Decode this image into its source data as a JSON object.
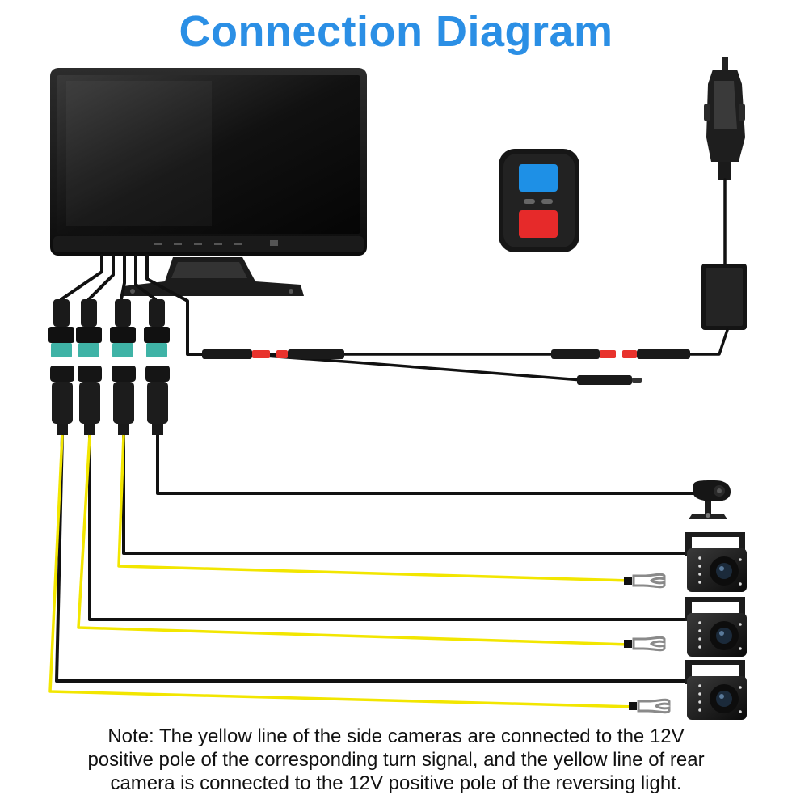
{
  "title": "Connection Diagram",
  "note": {
    "line1": "Note: The yellow line of the side cameras are connected to the 12V",
    "line2": "positive pole of the corresponding turn signal, and the yellow line of rear",
    "line3": "camera is connected to the 12V positive pole of the reversing light."
  },
  "colors": {
    "title": "#2b8fe5",
    "cable_black": "#111111",
    "trigger_yellow": "#f2e600",
    "connector_teal": "#3fb3a6",
    "connector_red": "#e8322c",
    "remote_blue": "#1e90e6",
    "remote_red": "#e62a2a"
  },
  "components": {
    "monitor": "monitor-icon",
    "remote": "remote-control-icon",
    "power": "cigarette-lighter-plug-icon",
    "converter": "power-converter-box-icon",
    "front_camera": "front-camera-icon",
    "side_cameras": [
      "side-camera-icon",
      "side-camera-icon",
      "rear-camera-icon"
    ],
    "trigger_terminals": [
      "fork-terminal-icon",
      "fork-terminal-icon",
      "fork-terminal-icon"
    ]
  }
}
